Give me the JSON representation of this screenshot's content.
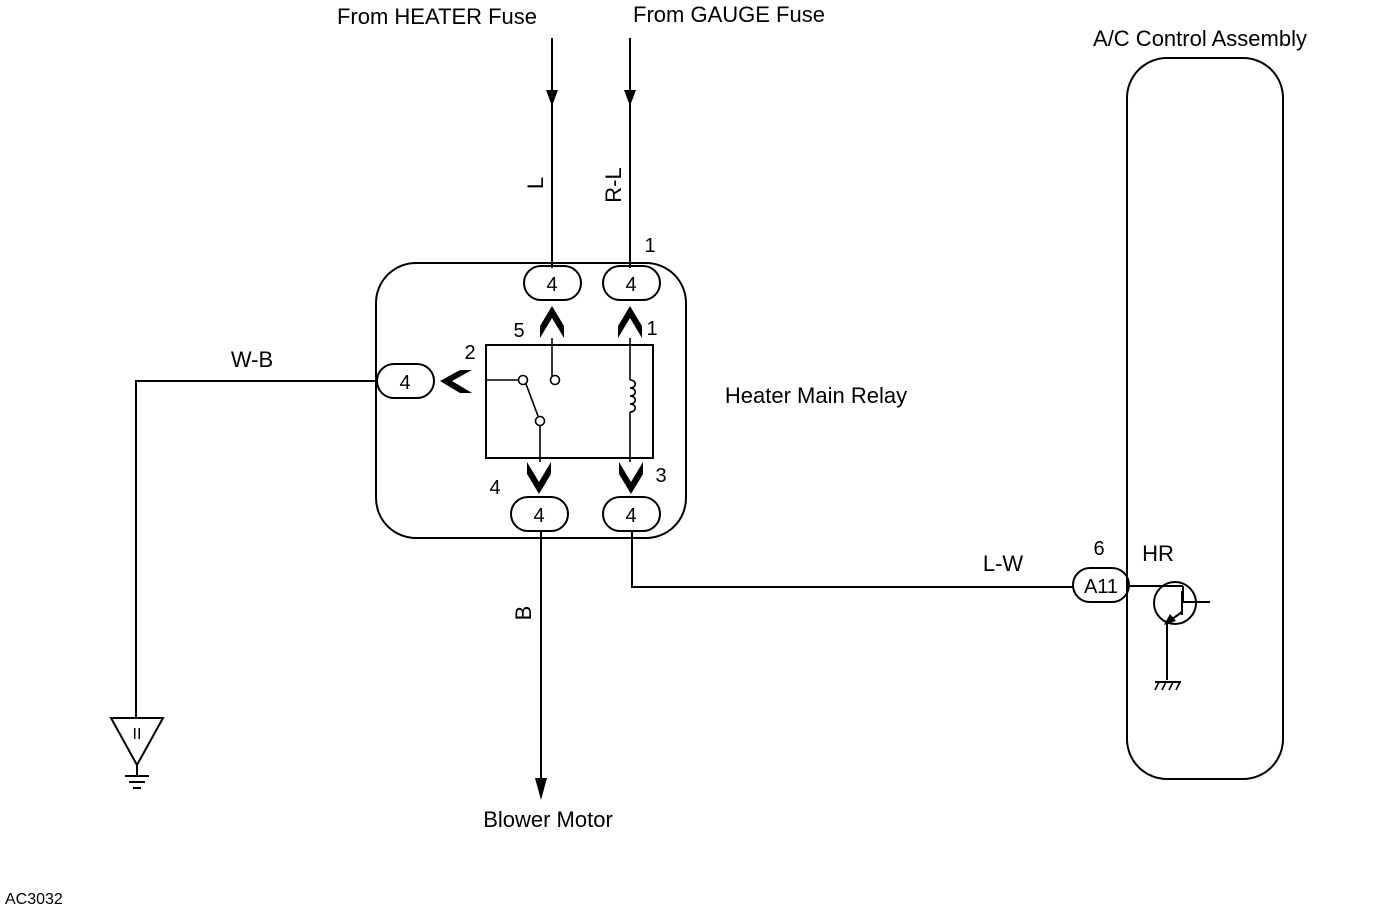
{
  "labels": {
    "from_heater_fuse": "From HEATER Fuse",
    "from_gauge_fuse": "From GAUGE Fuse",
    "ac_control_assembly": "A/C Control Assembly",
    "heater_main_relay": "Heater Main Relay",
    "blower_motor": "Blower Motor",
    "figure_code": "AC3032"
  },
  "wires": {
    "heater_wire": "L",
    "gauge_wire": "R-L",
    "ground_wire": "W-B",
    "blower_wire": "B",
    "control_wire": "L-W"
  },
  "connectors": {
    "relay_connector": "4",
    "ac_connector": "A11",
    "ac_terminal_label": "HR"
  },
  "pins": {
    "gauge_pin_top": "1",
    "relay_pin_5": "5",
    "relay_pin_1": "1",
    "relay_pin_2": "2",
    "relay_pin_4": "4",
    "relay_pin_3": "3",
    "ac_pin": "6"
  },
  "ground_symbol_text": "II"
}
